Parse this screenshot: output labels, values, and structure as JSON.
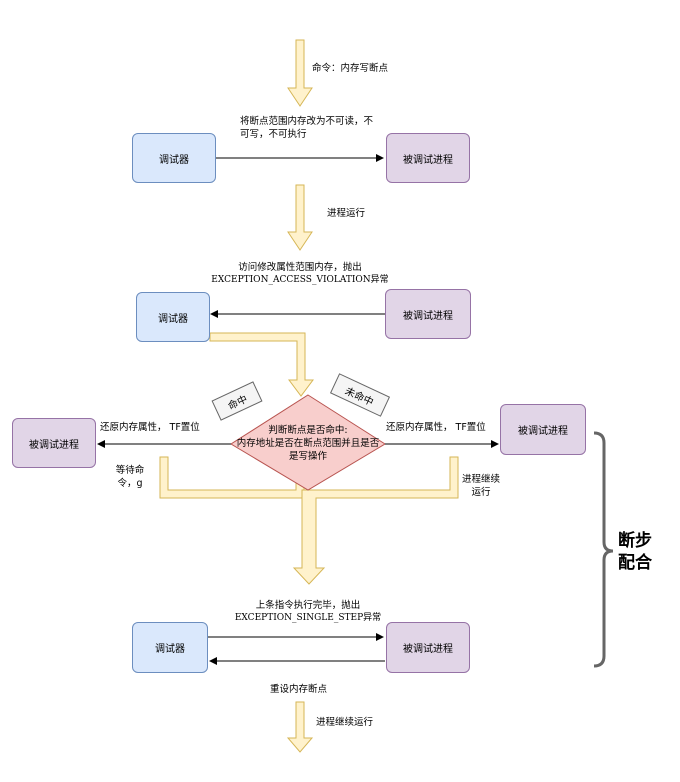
{
  "nodes": {
    "debugger": "调试器",
    "debuggee": "被调试进程",
    "condition": "判断断点是否命中:\n内存地址是否在断点范围并且是否\n是写操作"
  },
  "tags": {
    "hit": "命中",
    "miss": "未命中"
  },
  "labels": {
    "cmd": "命令：内存写断点",
    "set_unreadable": "将断点范围内存改为不可读，不\n可写，不可执行",
    "run1": "进程运行",
    "access_line1": "访问修改属性范围内存，抛出",
    "access_line2": "EXCEPTION_ACCESS_VIOLATION异常",
    "restore_left": "还原内存属性， TF置位",
    "restore_right": "还原内存属性， TF置位",
    "wait_cmd": "等待命\n令，g",
    "continue_run": "进程继续\n运行",
    "step_done_line1": "上条指令执行完毕，抛出",
    "step_done_line2": "EXCEPTION_SINGLE_STEP异常",
    "reset_bp": "重设内存断点",
    "run_continue": "进程继续运行",
    "brace": "断步\n配合"
  },
  "colors": {
    "debugger_fill": "#dae8fc",
    "debugger_stroke": "#6c8ebf",
    "debuggee_fill": "#e1d5e7",
    "debuggee_stroke": "#9673a6",
    "decision_fill": "#f8cecc",
    "decision_stroke": "#b85450",
    "flow_fill": "#fff2cc",
    "flow_stroke": "#d6b656"
  }
}
